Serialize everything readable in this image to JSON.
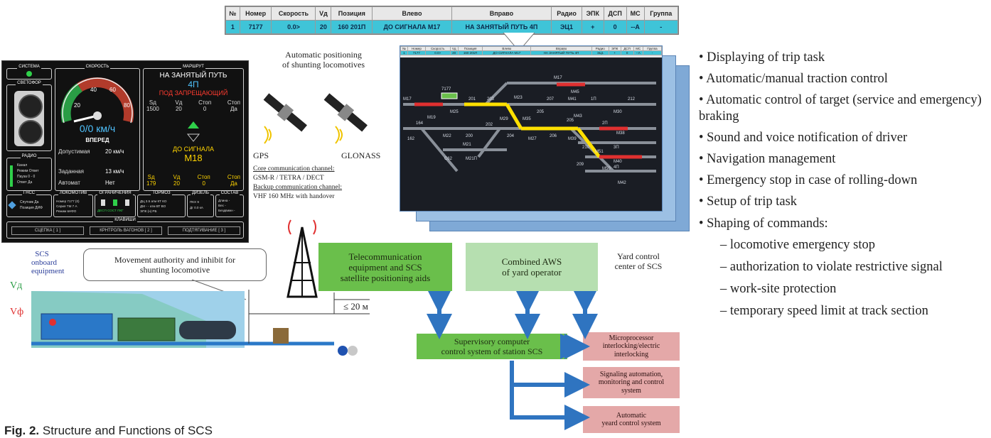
{
  "top_table": {
    "headers": [
      "№",
      "Номер",
      "Скорость",
      "Vд",
      "Позиция",
      "Влево",
      "Вправо",
      "Радио",
      "ЭПК",
      "ДСП",
      "МС",
      "Группа"
    ],
    "values": [
      "1",
      "7177",
      "0.0>",
      "20",
      "160 201П",
      "ДО СИГНАЛА М17",
      "НА ЗАНЯТЫЙ ПУТЬ 4П",
      "ЭЦ1",
      "+",
      "0",
      "--А",
      "-"
    ]
  },
  "cockpit": {
    "sistema": "СИСТЕМА",
    "svetofor": "СВЕТОФОР",
    "skorost": "СКОРОСТЬ",
    "marshrut": "МАРШРУТ",
    "speed_value": "0/0 км/ч",
    "direction": "ВПЕРЕД",
    "dopustimaya_label": "Допустимая",
    "dopustimaya_value": "20 км/ч",
    "zadannaya_label": "Заданная",
    "zadannaya_value": "13 км/ч",
    "avtomat_label": "Автомат",
    "avtomat_value": "Нет",
    "gauge_ticks": [
      "20",
      "40",
      "60",
      "80"
    ],
    "route_title": "НА ЗАНЯТЫЙ ПУТЬ",
    "route_track": "4П",
    "route_status": "ПОД ЗАПРЕЩАЮЩИЙ",
    "route_cols1": [
      "Sд",
      "Vд",
      "Стоп",
      "Стоп"
    ],
    "route_vals1": [
      "1500",
      "20",
      "0",
      "Да"
    ],
    "route_to_signal": "ДО СИГНАЛА",
    "route_signal": "М18",
    "route_cols2": [
      "Sд",
      "Vд",
      "Стоп",
      "Стоп"
    ],
    "route_vals2": [
      "179",
      "20",
      "0",
      "Да"
    ],
    "radio": "РАДИО",
    "radio_lines": [
      "Канал",
      "Режим Ответ",
      "Пауза 0 - 0",
      "Ответ Да"
    ],
    "gnss": "ГНСС",
    "gnss_lines": [
      "Спутник Да",
      "Позиция ДИФ"
    ],
    "lokomotiv": "ЛОКОМОТИВ",
    "lokomotiv_lines": [
      "Номер 7177 (0)",
      "Серия ТМ 7 А",
      "Режим вНФО"
    ],
    "ogranicheniya": "ОГРАНИЧЕНИЯ",
    "ogranicheniya_lines": [
      "ДЕСП СОСТ ПКГ"
    ],
    "tormoz": "ТОРМОЗ",
    "tormoz_lines": [
      "ДЦ 3.5 атм КТ КО",
      "ДМ - - атм ВТ ВО",
      "ЭПК (н) РБ"
    ],
    "dizel": "ДИЗЕЛЬ",
    "dizel_lines": [
      "ПКХ 9",
      "Дг 0.0 кА"
    ],
    "sostav": "СОСТАВ",
    "sostav_lines": [
      "Длина -",
      "Вес -",
      "Бездвижн -"
    ],
    "klavishi": "КЛАВИШИ",
    "keys": [
      "СЦЕПКА [ 1 ]",
      "КРНТРОЛЬ ВАГОНОВ [ 2 ]",
      "ПОДТЯГИВАНИЕ [ 3 ]"
    ]
  },
  "positioning": {
    "title": "Automatic positioning\nof shunting locomotives",
    "gps": "GPS",
    "glonass": "GLONASS",
    "core_title": "Core communication channel:",
    "core_value": "GSM-R / TETRA / DECT",
    "backup_title": "Backup communication channel:",
    "backup_value": "VHF 160 MHz with handover"
  },
  "map_labels": [
    "7177",
    "M17",
    "M25",
    "201",
    "203",
    "M23",
    "205",
    "M17",
    "M45",
    "207",
    "M41",
    "1П",
    "212",
    "M30",
    "M19",
    "164",
    "M29",
    "M35",
    "205",
    "M43",
    "2П",
    "162",
    "M22",
    "200",
    "202",
    "204",
    "M27",
    "206",
    "M39",
    "M38",
    "210",
    "3П",
    "M21",
    "C62",
    "M21П",
    "209",
    "M51",
    "M40",
    "M50",
    "4П",
    "M42"
  ],
  "functions": [
    "• Displaying of trip task",
    "• Automatic/manual traction control",
    "• Automatic control of target (service and emergency) braking",
    "• Sound and voice notification of driver",
    "• Navigation management",
    "• Emergency stop in case of rolling-down",
    "• Setup of trip task",
    "• Shaping of commands:"
  ],
  "sub_functions": [
    "– locomotive emergency stop",
    "– authorization to violate restrictive signal",
    "– work-site protection",
    "– temporary speed limit at track section"
  ],
  "scheme": {
    "scs_onboard": "SCS\nonboard\nequipment",
    "movement_authority": "Movement authority and inhibit for\nshunting locomotive",
    "v_d": "Vд",
    "v_f": "Vф",
    "distance": "≤ 20 м",
    "telecom": "Telecommunication\nequipment and SCS\nsatellite positioning aids",
    "aws": "Combined AWS\nof yard operator",
    "yard_center": "Yard control\ncenter of SCS",
    "supervisory": "Supervisory computer\ncontrol system of station SCS",
    "microprocessor": "Microprocessor\ninterlocking/electric\ninterlocking",
    "signaling": "Signaling automation,\nmonitoring and control\nsystem",
    "automatic_yard": "Automatic\nyeard control system"
  },
  "caption": "Fig. 2. Structure and Functions of SCS",
  "colors": {
    "green_box": "#6abf4b",
    "light_green_box": "#b6dfb0",
    "pink_box": "#e4a8a8",
    "arrow_blue": "#2f74c0",
    "cyan_row": "#3fc4d8"
  }
}
